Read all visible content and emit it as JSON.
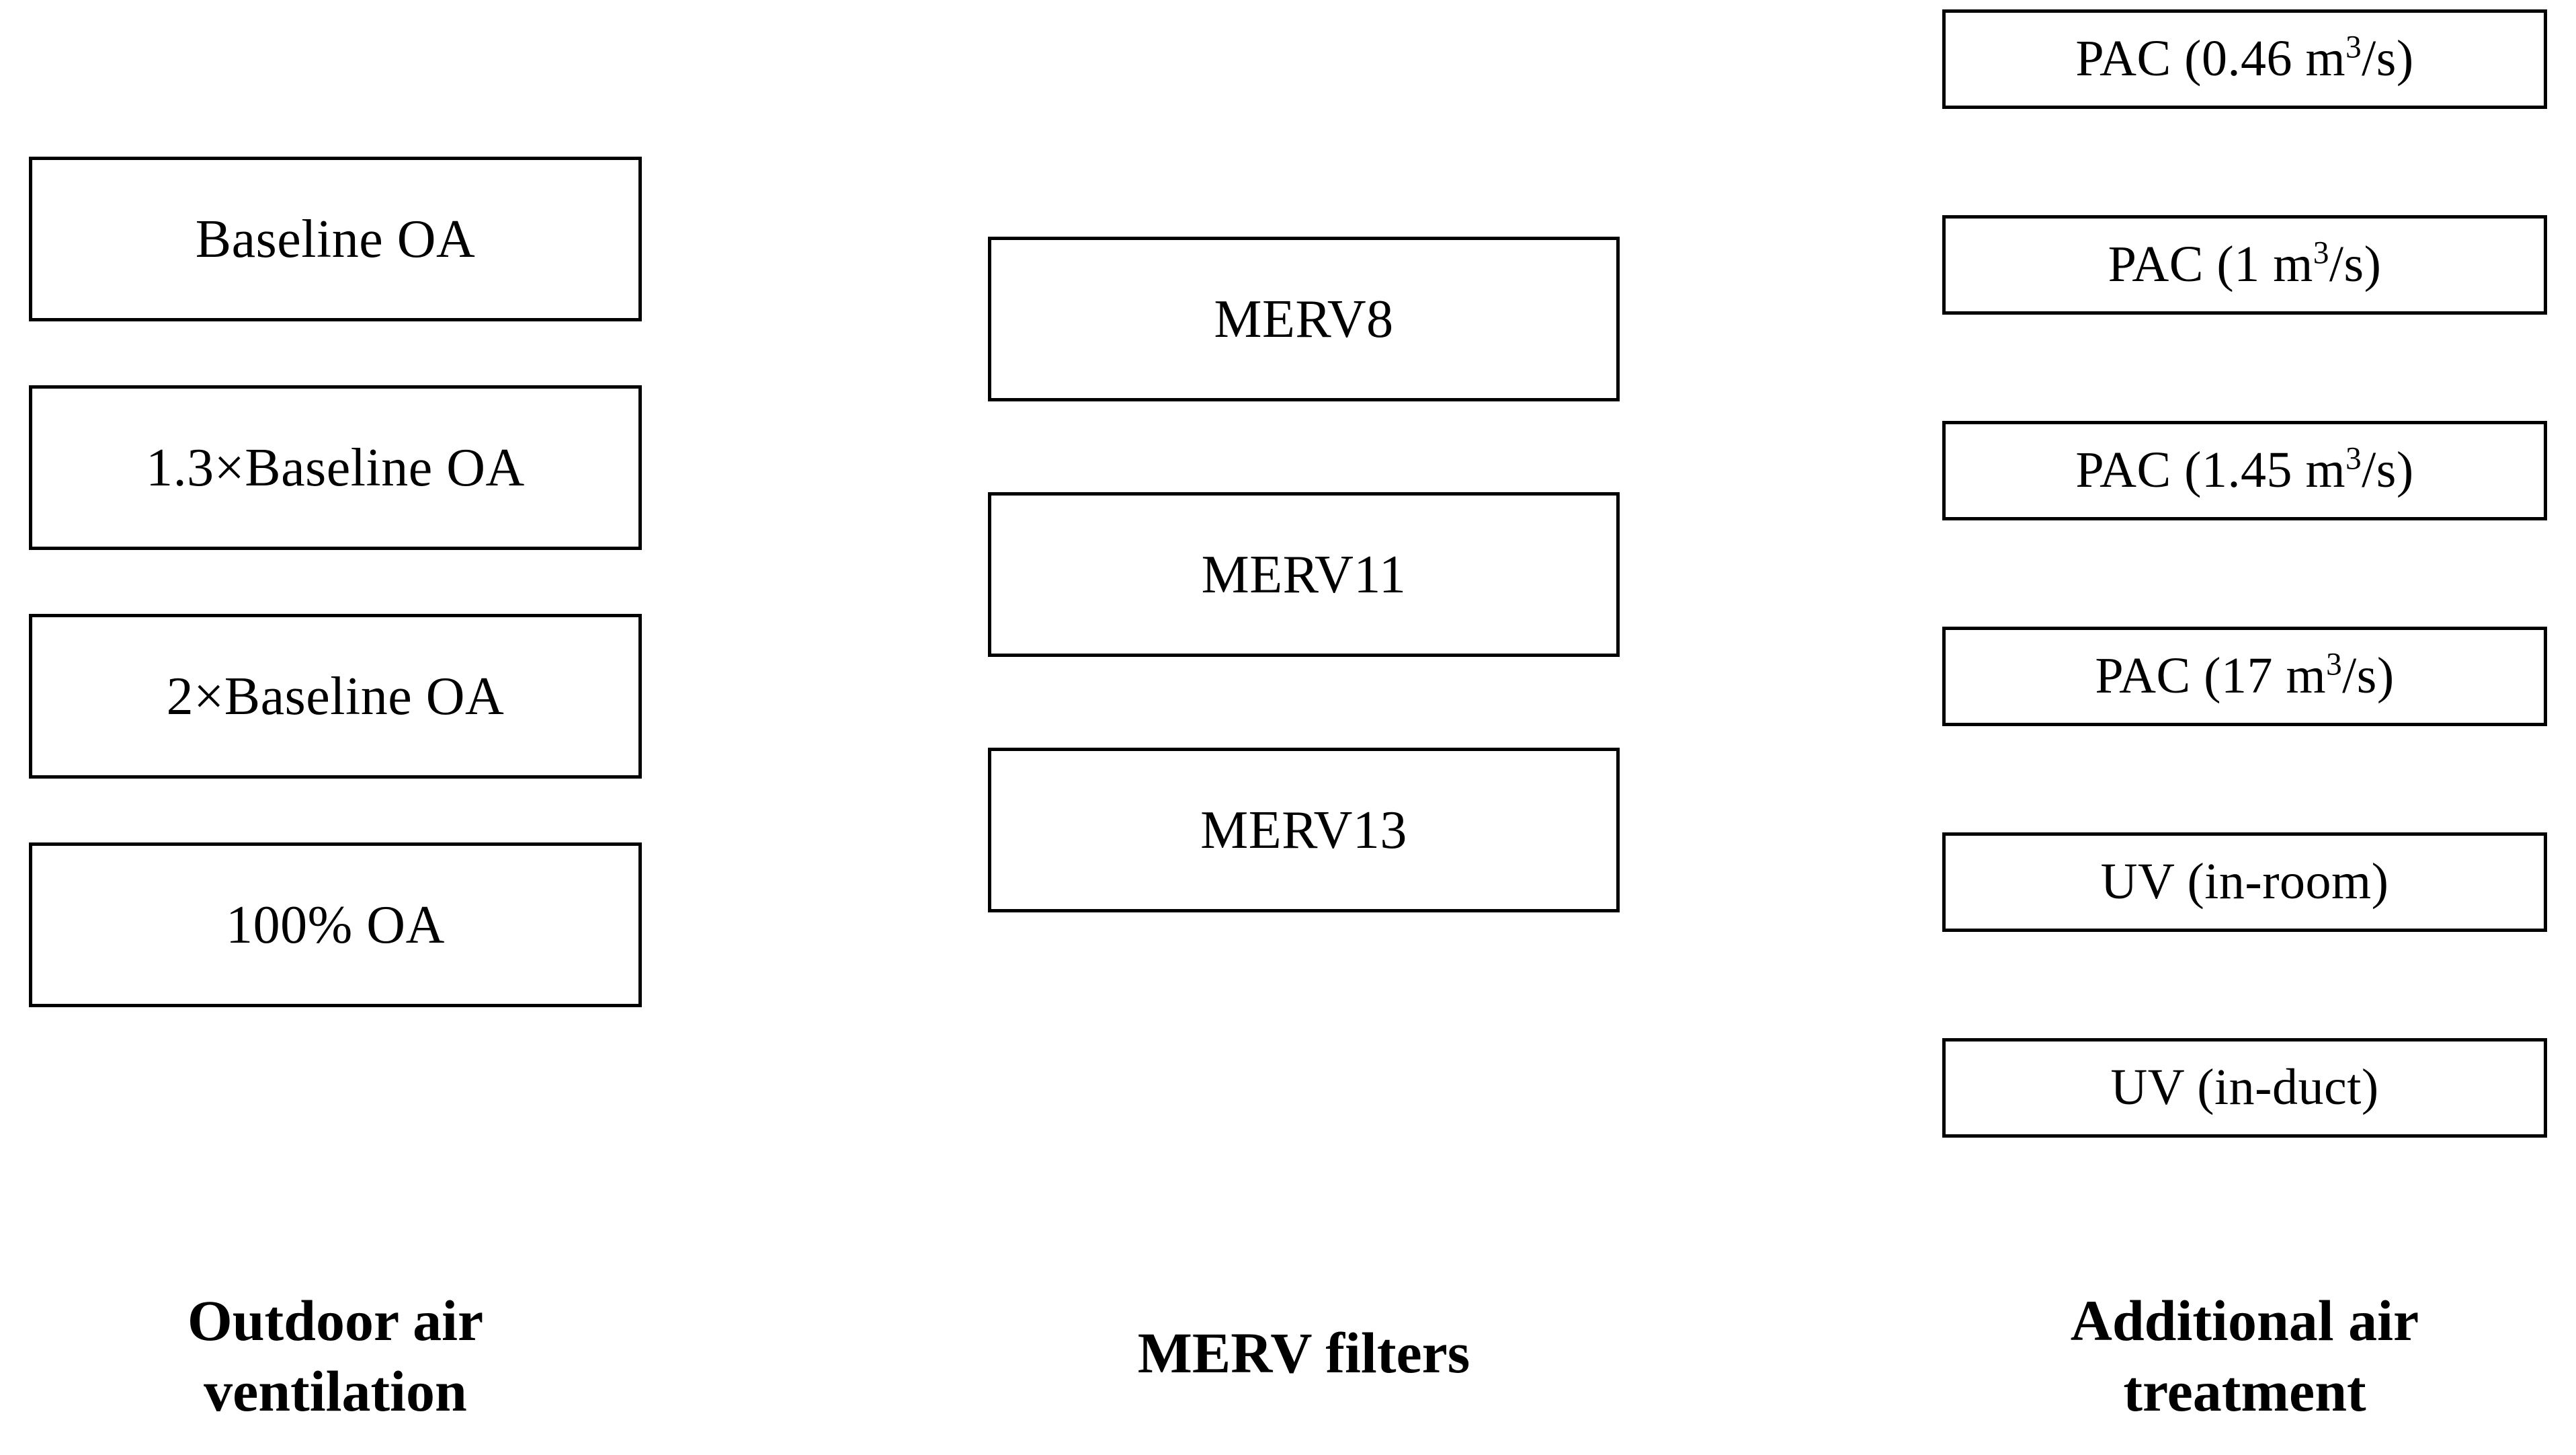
{
  "figure": {
    "background_color": "#ffffff",
    "line_color": "#000000",
    "columns": [
      {
        "id": "outdoor-air-ventilation",
        "caption": "Outdoor air\nventilation",
        "items": [
          {
            "label": "Baseline OA"
          },
          {
            "label": "1.3×Baseline OA"
          },
          {
            "label": "2×Baseline OA"
          },
          {
            "label": "100% OA"
          }
        ]
      },
      {
        "id": "merv-filters",
        "caption": "MERV filters",
        "items": [
          {
            "label": "MERV8"
          },
          {
            "label": "MERV11"
          },
          {
            "label": "MERV13"
          }
        ]
      },
      {
        "id": "additional-air-treatment",
        "caption": "Additional air\ntreatment",
        "items": [
          {
            "prefix": "PAC (0.46 m",
            "sup": "3",
            "suffix": "/s)"
          },
          {
            "prefix": "PAC (1 m",
            "sup": "3",
            "suffix": "/s)"
          },
          {
            "prefix": "PAC (1.45 m",
            "sup": "3",
            "suffix": "/s)"
          },
          {
            "prefix": "PAC (17 m",
            "sup": "3",
            "suffix": "/s)"
          },
          {
            "label": "UV (in-room)"
          },
          {
            "label": "UV (in-duct)"
          }
        ]
      }
    ]
  }
}
